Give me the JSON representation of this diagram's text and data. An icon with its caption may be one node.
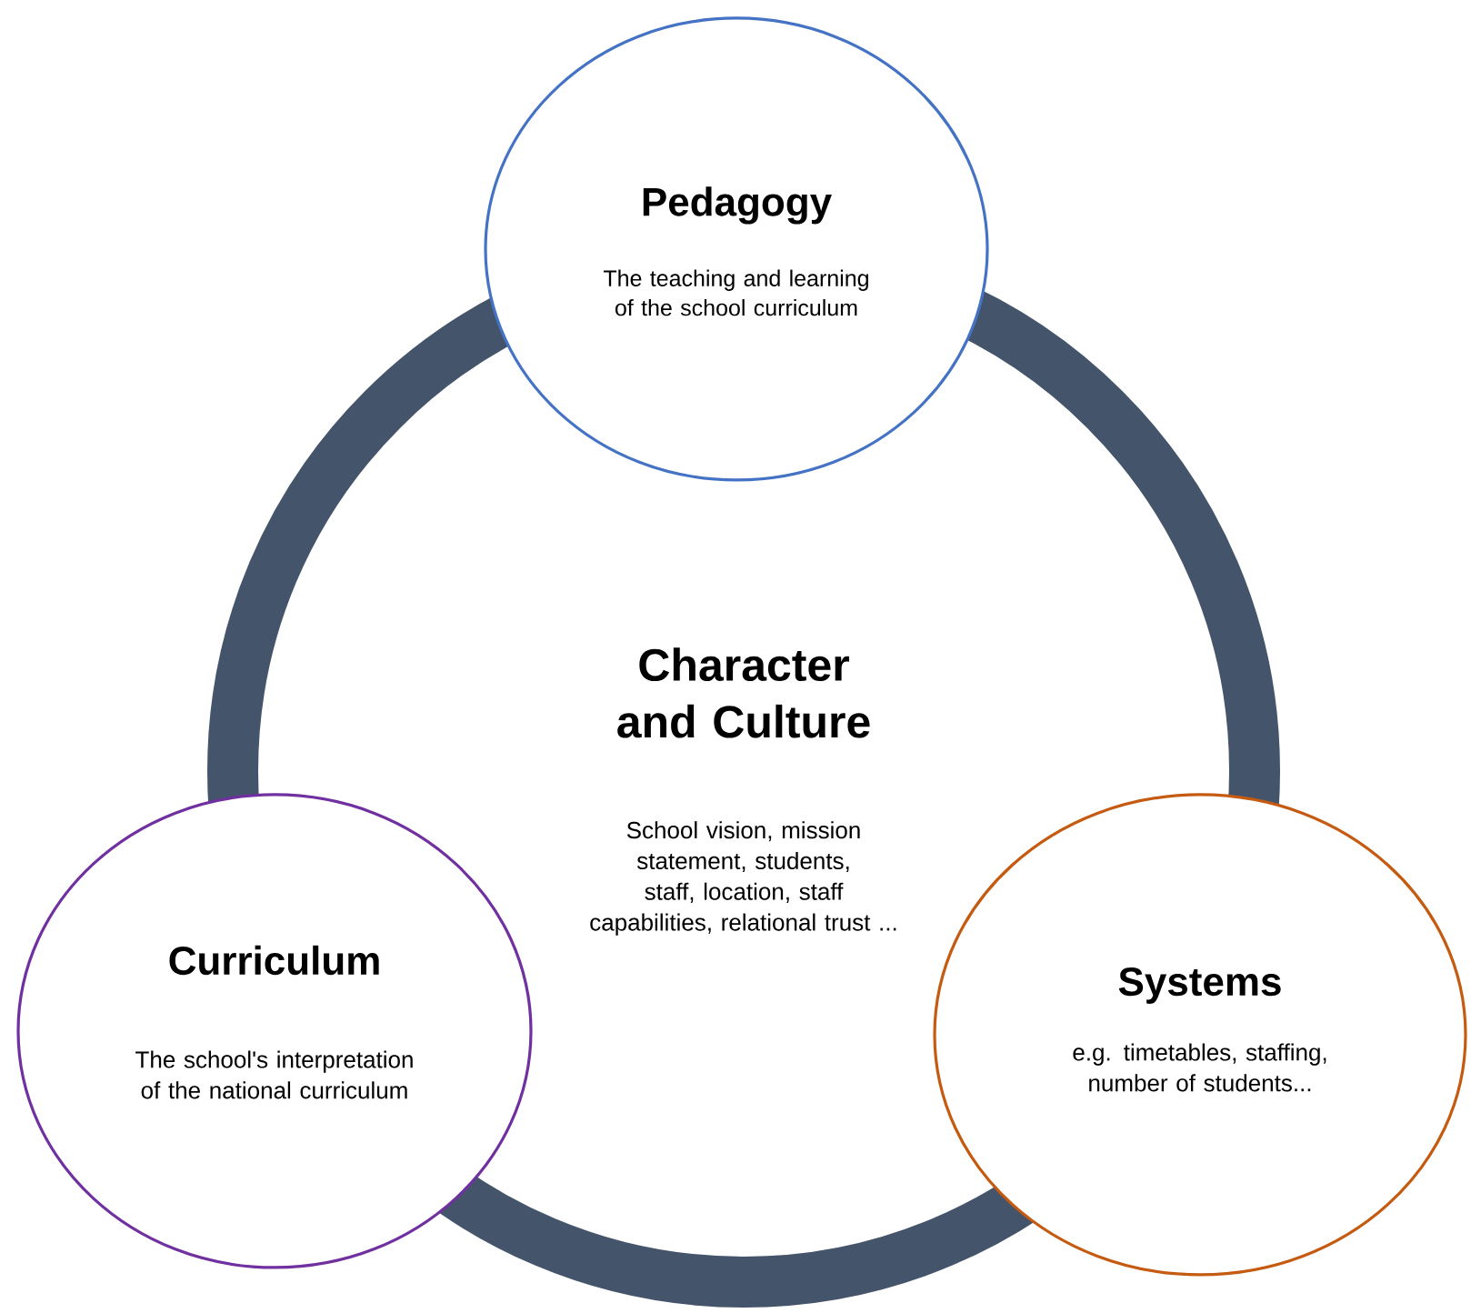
{
  "diagram": {
    "nodes": [
      {
        "text": [
          "Pedagogy",
          "The teaching and learning of the school curriculum"
        ]
      },
      {
        "text": [
          "Character and Culture",
          "School vision, mission statement, students, staff, location, staff capabilities, relational trust ..."
        ]
      },
      {
        "text": [
          "Curriculum",
          "The school's interpretation of the national curriculum"
        ]
      },
      {
        "text": [
          "Systems",
          "e.g. timetables, staffing, number of students..."
        ]
      }
    ]
  }
}
